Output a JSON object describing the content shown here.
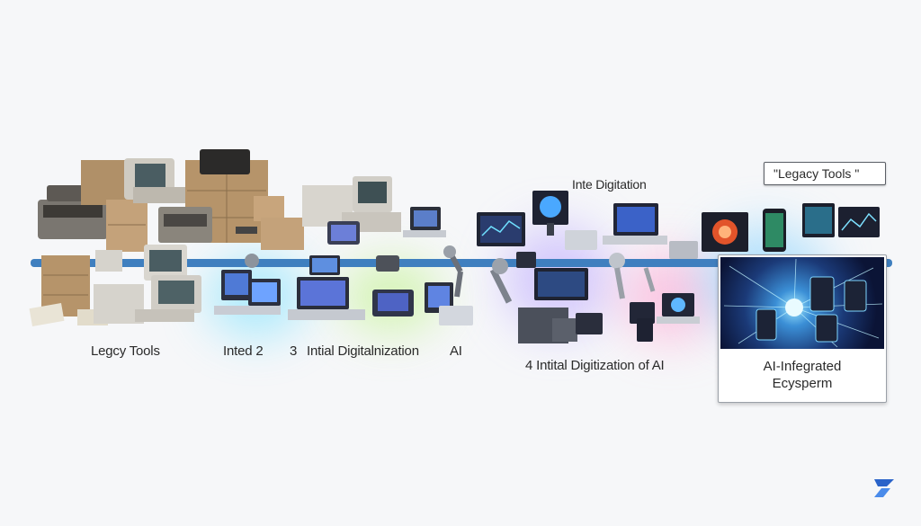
{
  "labels": {
    "stage1": "Legcy Tools",
    "stage2": "Inted 2",
    "stage3_num": "3",
    "stage3": "Intial Digitalnization",
    "stage3_ai": "AI",
    "stage4": "4   Intital Digitization of AI",
    "top_mid": "Inte Digitation",
    "top_box": "\"Legacy Tools \"",
    "panel_line1": "AI-Infegrated",
    "panel_line2": "Ecysperm"
  },
  "colors": {
    "timeline": "#3f7fbf",
    "panel_dark": "#0b1436",
    "panel_glow": "#9fe7ff",
    "logo": "#2a63c9"
  },
  "icons": [
    "typewriter-icon",
    "file-cabinet-icon",
    "crt-computer-icon",
    "laptop-icon",
    "robot-arm-icon",
    "monitor-icon",
    "smartphone-icon",
    "tablet-icon",
    "logo-icon"
  ]
}
